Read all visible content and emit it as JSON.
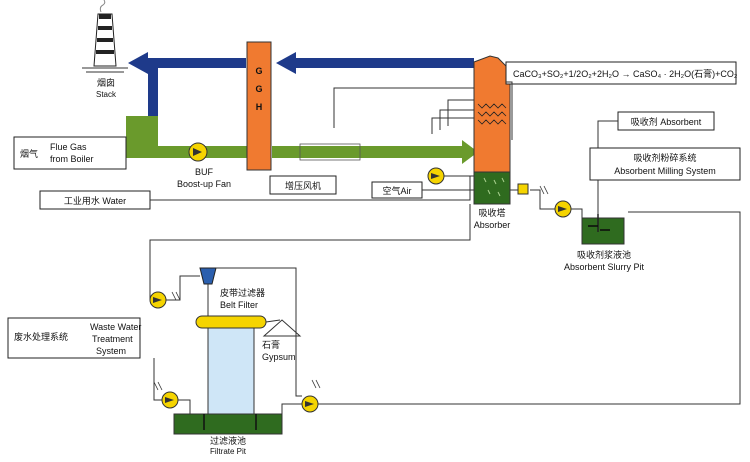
{
  "labels": {
    "stack_cn": "烟囱",
    "stack_en": "Stack",
    "flue_cn": "烟气",
    "flue_en1": "Flue Gas",
    "flue_en2": "from Boiler",
    "buf": "BUF",
    "boost_fan": "Boost-up Fan",
    "ggh_g1": "G",
    "ggh_g2": "G",
    "ggh_h": "H",
    "booster_fan_cn": "增压风机",
    "process_water": "工业用水 Water",
    "air": "空气Air",
    "absorber_cn": "吸收塔",
    "absorber_en": "Absorber",
    "equation": "CaCO₃+SO₂+1/2O₂+2H₂O → CaSO₄ · 2H₂O(石膏)+CO₂",
    "absorbent": "吸收剂  Absorbent",
    "mill_cn": "吸收剂粉碎系统",
    "mill_en": "Absorbent Milling System",
    "slurry_pit_cn": "吸收剂浆液池",
    "slurry_pit_en": "Absorbent Slurry Pit",
    "belt_filter_cn": "皮带过滤器",
    "belt_filter_en": "Belt Filter",
    "gypsum_cn": "石膏",
    "gypsum_en": "Gypsum",
    "wastewater_cn": "废水处理系统",
    "wastewater_en1": "Waste Water",
    "wastewater_en2": "Treatment",
    "wastewater_en3": "System",
    "filtrate_pit_cn": "过滤液池",
    "filtrate_pit_en": "Filtrate Pit"
  },
  "colors": {
    "flue_gas": "#6a9a2c",
    "clean_gas": "#1e3a8a",
    "ggh": "#f07a30",
    "absorber": "#f07a30",
    "slurry": "#2f6b1f",
    "pump": "#f5d400",
    "filter_screen": "#cfe6f7"
  }
}
